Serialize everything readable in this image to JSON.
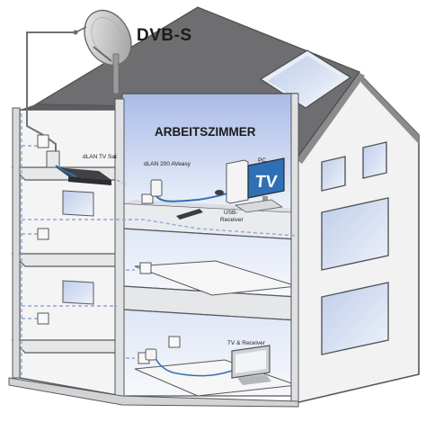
{
  "diagram": {
    "labels": {
      "dvbs": "DVB-S",
      "arbeitszimmer": "ARBEITSZIMMER",
      "dlan_tv_set": "dLAN TV Sat",
      "dlan_200_avEasy": "dLAN 200 AVeasy",
      "pc": "PC",
      "usb_receiver_line1": "USB-",
      "usb_receiver_line2": "Receiver",
      "tv_and_receiver": "TV & Receiver",
      "tv_screen_text": "TV"
    },
    "colors": {
      "wall_light": "#f2f2f2",
      "wall_mid": "#e3e3e4",
      "roof": "#6e6e70",
      "outline": "#55585c",
      "room_highlight": "#c9d4ee",
      "window_glass": "#cdd8ee",
      "cable_blue": "#2f6fb5",
      "cable_dashed": "#8fa8d6"
    }
  }
}
